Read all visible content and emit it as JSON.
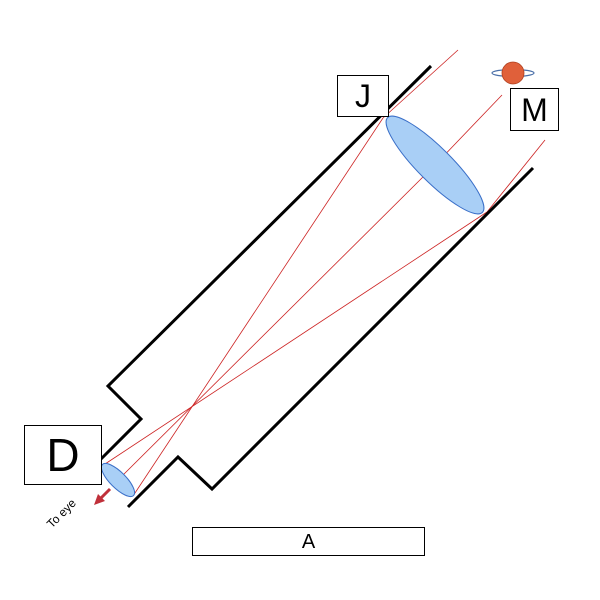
{
  "labels": {
    "j": "J",
    "m": "M",
    "d": "D",
    "a": "A",
    "to_eye": "To eye"
  },
  "icons": {
    "planet": "planet-icon",
    "arrow": "arrow-icon"
  },
  "colors": {
    "tube": "#000000",
    "lens_fill": "#a9cff6",
    "lens_stroke": "#3a6fc8",
    "ray": "#cc2222",
    "planet": "#e0603a",
    "planet_ring": "#4a6fa8",
    "arrow": "#c0303a"
  }
}
